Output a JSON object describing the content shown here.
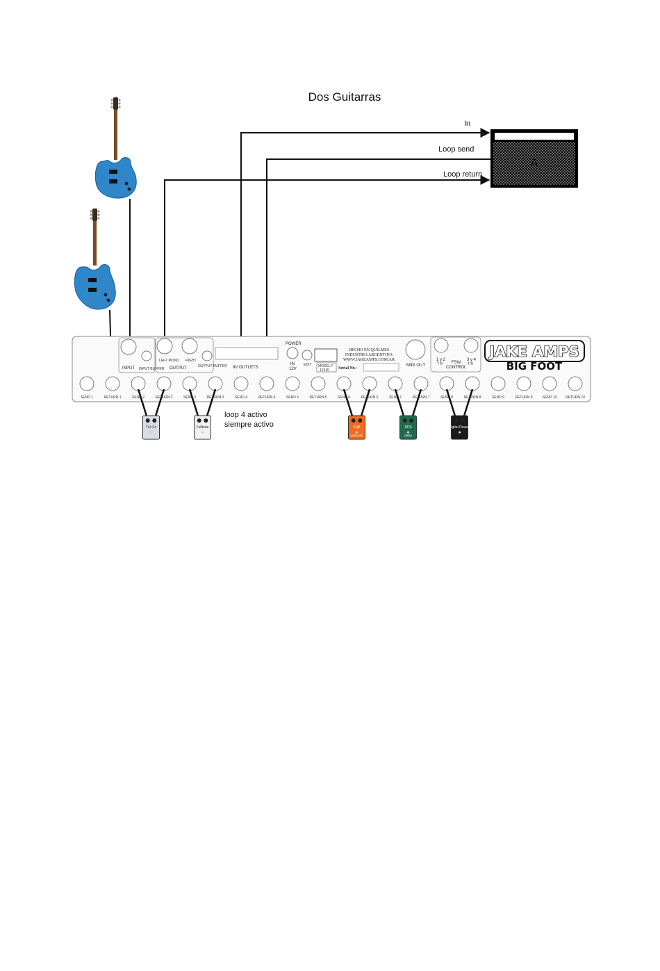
{
  "title": "Dos Guitarras",
  "amp": {
    "label": "A",
    "connections": {
      "in": "In",
      "loop_send": "Loop send",
      "loop_return": "Loop return"
    }
  },
  "note": {
    "line1": "loop 4 activo",
    "line2": "siempre activo"
  },
  "unit": {
    "brand": "JAKE AMPS",
    "model": "BIG FOOT",
    "input": "INPUT",
    "input_buffer": "INPUT BUFFER",
    "left_mono": "LEFT MONO",
    "right": "RIGHT",
    "output": "OUTPUT",
    "output_buffer": "OUTPUT BUFFER",
    "outlets": "9V OUTLETS",
    "power": "POWER",
    "in_12v_1": "IN",
    "in_12v_2": "12V",
    "edit": "EDIT",
    "made_in_1": "HECHO EN QUILMES",
    "made_in_2": "INDUSTRIA ARGENTINA",
    "website": "WWW.JAKEAMPS.COM.AR",
    "serial": "Serial Nr.:",
    "model_box": "MODEL F",
    "model_num": "12345",
    "midi_out": "MIDI OUT",
    "fsw_12": "1 y 2",
    "fsw_34": "3 y 4",
    "fsw": "FSW",
    "control": "CONTROL",
    "tr": "T  R",
    "jacks": [
      "SEND 1",
      "RETURN 1",
      "SEND 2",
      "RETURN 2",
      "SEND 3",
      "RETURN 3",
      "SEND 4",
      "RETURN 4",
      "SEND 5",
      "RETURN 5",
      "SEND 6",
      "RETURN 6",
      "SEND 7",
      "RETURN 7",
      "SEND 8",
      "RETURN 8",
      "SEND 9",
      "RETURN 9",
      "SEND 10",
      "RETURN 10"
    ]
  },
  "pedals": [
    {
      "label": "Tuk Ex",
      "color": "#d9dbe6",
      "text_color": "#333333"
    },
    {
      "label": "Fulltone",
      "color": "#f2f2f2",
      "text_color": "#222222"
    },
    {
      "label": "EQ8",
      "sub": "pedal 90",
      "color": "#f26b1d",
      "text_color": "#ffffff"
    },
    {
      "label": "DD3",
      "sub": "delay",
      "color": "#1f6b4f",
      "text_color": "#ffffff"
    },
    {
      "label": "Digital Reverb",
      "color": "#1a1a1a",
      "text_color": "#ffffff"
    }
  ],
  "colors": {
    "guitar": "#2f86c8",
    "wire": "#111111",
    "panel": "#fafafa"
  }
}
